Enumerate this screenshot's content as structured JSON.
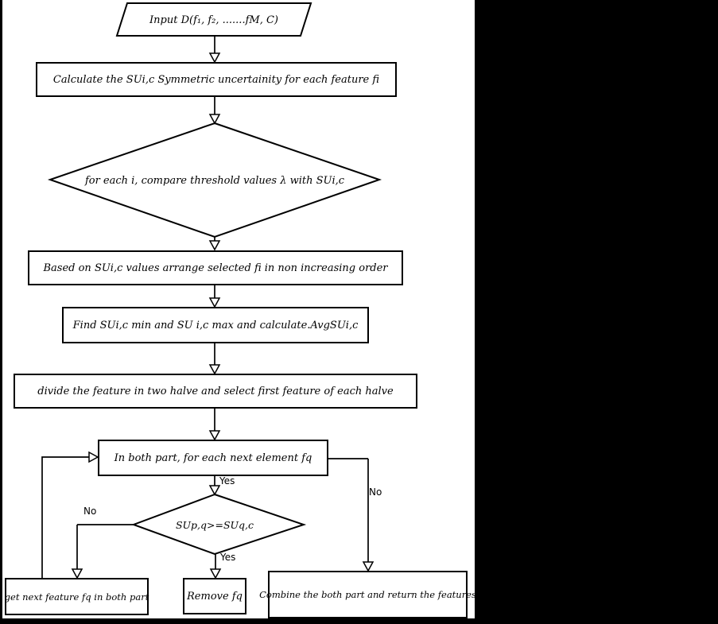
{
  "colors": {
    "background": "#000000",
    "canvas": "#ffffff",
    "line": "#000000",
    "text": "#000000"
  },
  "flowchart": {
    "nodes": [
      {
        "id": "input",
        "type": "parallelogram",
        "label": "Input D(f₁, f₂, .......fM, C)"
      },
      {
        "id": "calc-su",
        "type": "process",
        "label": "Calculate the SUi,c Symmetric uncertainity for each feature fi"
      },
      {
        "id": "compare-threshold",
        "type": "decision",
        "label": "for each i, compare threshold values λ with SUi,c"
      },
      {
        "id": "arrange",
        "type": "process",
        "label": "Based on SUi,c values arrange selected fi in non increasing order"
      },
      {
        "id": "find-minmax",
        "type": "process",
        "label": "Find SUi,c min and SU i,c max and calculate.AvgSUi,c"
      },
      {
        "id": "divide",
        "type": "process",
        "label": "divide the feature in two halve and select first feature of each halve"
      },
      {
        "id": "next-element",
        "type": "process",
        "label": "In both part, for each next element fq"
      },
      {
        "id": "su-compare",
        "type": "decision",
        "label": "SUp,q>=SUq,c"
      },
      {
        "id": "get-next",
        "type": "process",
        "label": "get next feature fq in both part"
      },
      {
        "id": "remove",
        "type": "process",
        "label": "Remove fq"
      },
      {
        "id": "combine",
        "type": "process",
        "label": "Combine the both part and return the features"
      }
    ],
    "edge_labels": {
      "yes_top": "Yes",
      "yes_bottom": "Yes",
      "no_left": "No",
      "no_right": "No"
    }
  }
}
